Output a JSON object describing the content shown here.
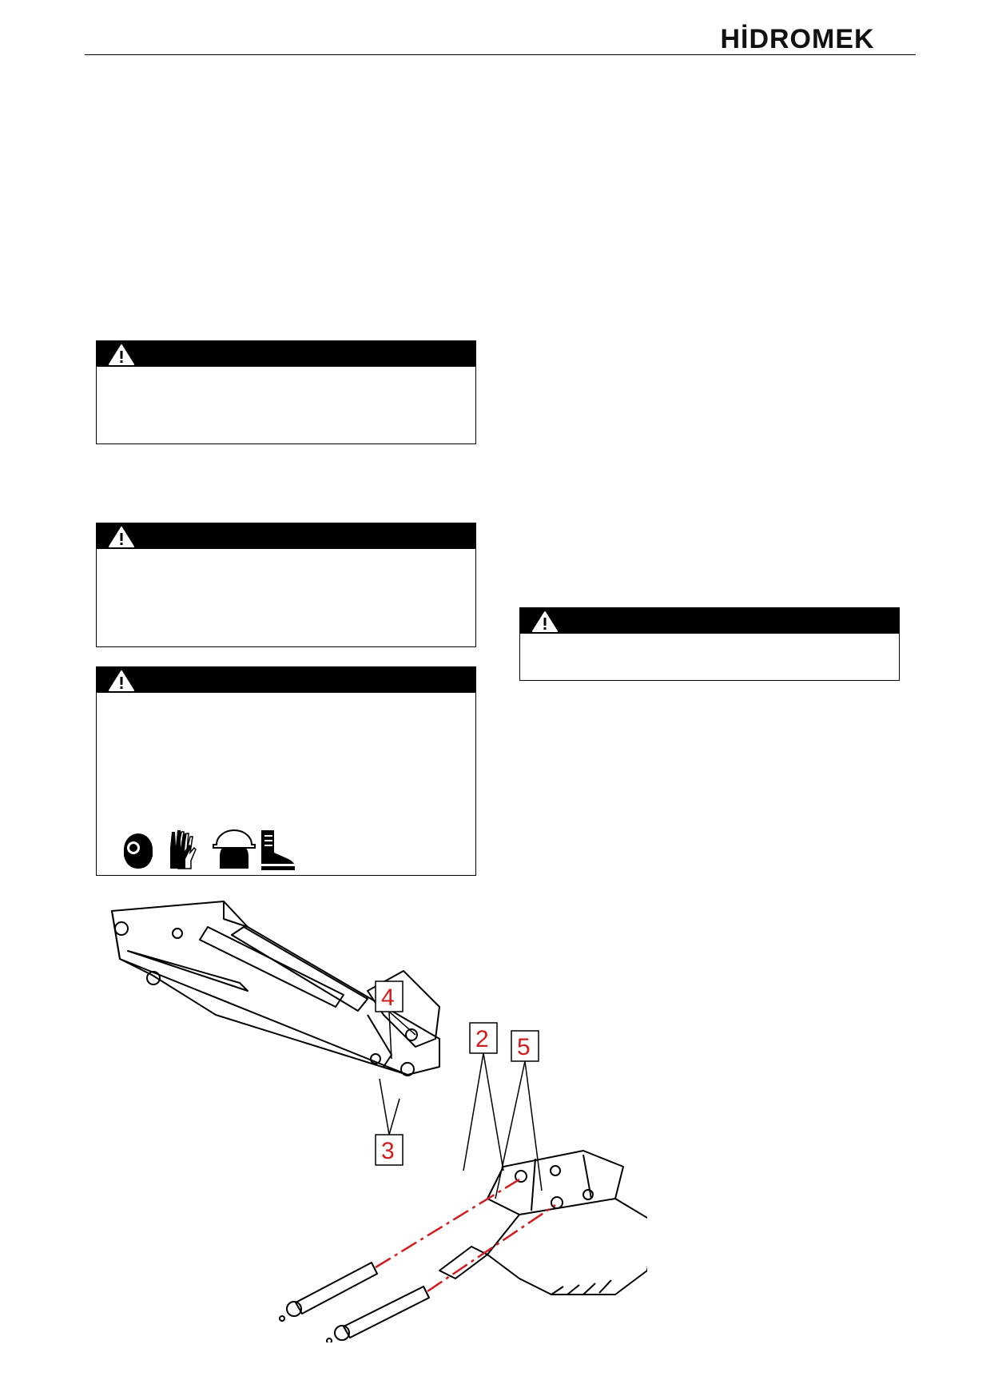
{
  "header": {
    "logo_text": "HİDROMEK"
  },
  "figure": {
    "callouts": [
      {
        "id": "a",
        "label": "4"
      },
      {
        "id": "b",
        "label": "2"
      },
      {
        "id": "c",
        "label": "5"
      },
      {
        "id": "d",
        "label": "3"
      }
    ]
  },
  "icons": [
    "warning-triangle-icon",
    "face-shield-icon",
    "gloves-icon",
    "hard-hat-icon",
    "safety-boot-icon"
  ],
  "colors": {
    "callout_text": "#d01c1c",
    "leader_dash": "#d01c1c"
  }
}
